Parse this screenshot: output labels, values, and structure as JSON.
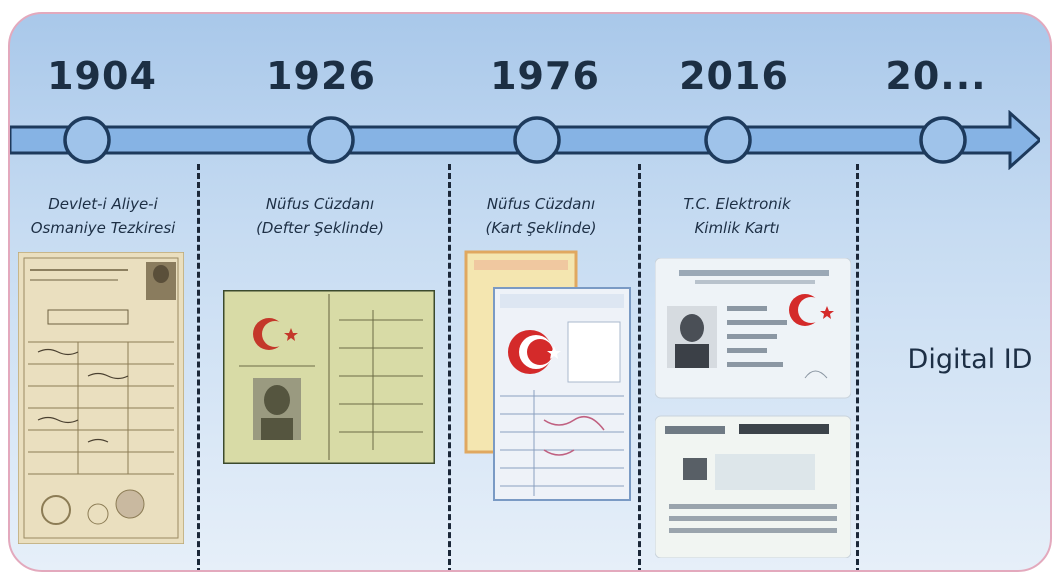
{
  "timeline": {
    "points": [
      {
        "year": "1904",
        "label_lines": [
          "Devlet-i Aliye-i",
          "Osmaniye Tezkiresi"
        ]
      },
      {
        "year": "1926",
        "label_lines": [
          "Nüfus Cüzdanı",
          "(Defter Şeklinde)"
        ]
      },
      {
        "year": "1976",
        "label_lines": [
          "Nüfus Cüzdanı",
          "(Kart Şeklinde)"
        ]
      },
      {
        "year": "2016",
        "label_lines": [
          "T.C. Elektronik",
          "Kimlik Kartı"
        ]
      },
      {
        "year": "20...",
        "label_lines": []
      }
    ],
    "digital_label": "Digital ID"
  },
  "colors": {
    "arrow_fill": "#86b3e4",
    "arrow_stroke": "#1d3a5c",
    "node_fill": "#9fc3ea",
    "frame_border": "#e3a9bd"
  }
}
